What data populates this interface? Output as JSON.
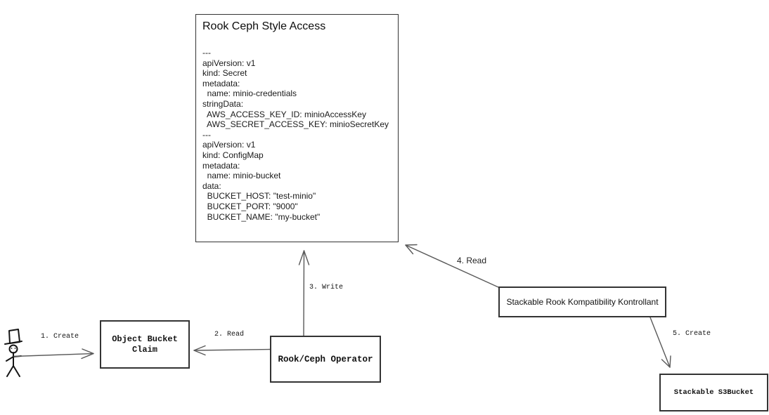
{
  "colors": {
    "background": "#ffffff",
    "box_border": "#333333",
    "arrow": "#595959",
    "text": "#111111"
  },
  "icons": {
    "actor": "user-stick-figure"
  },
  "nodes": {
    "rook_ceph_style_access": {
      "title": "Rook Ceph Style Access",
      "yaml_lines": [
        "---",
        "apiVersion: v1",
        "kind: Secret",
        "metadata:",
        "  name: minio-credentials",
        "stringData:",
        "  AWS_ACCESS_KEY_ID: minioAccessKey",
        "  AWS_SECRET_ACCESS_KEY: minioSecretKey",
        "---",
        "apiVersion: v1",
        "kind: ConfigMap",
        "metadata:",
        "  name: minio-bucket",
        "data:",
        "  BUCKET_HOST: \"test-minio\"",
        "  BUCKET_PORT: \"9000\"",
        "  BUCKET_NAME: \"my-bucket\""
      ]
    },
    "object_bucket_claim": {
      "label": "Object Bucket Claim"
    },
    "rook_ceph_operator": {
      "label": "Rook/Ceph Operator"
    },
    "stackable_kontrollant": {
      "label": "Stackable Rook Kompatibility Kontrollant"
    },
    "stackable_s3bucket": {
      "label": "Stackable S3Bucket"
    }
  },
  "edges": [
    {
      "label": "1. Create",
      "from": "user-actor",
      "to": "object_bucket_claim"
    },
    {
      "label": "2. Read",
      "from": "rook_ceph_operator",
      "to": "object_bucket_claim"
    },
    {
      "label": "3. Write",
      "from": "rook_ceph_operator",
      "to": "rook_ceph_style_access"
    },
    {
      "label": "4. Read",
      "from": "stackable_kontrollant",
      "to": "rook_ceph_style_access"
    },
    {
      "label": "5. Create",
      "from": "stackable_kontrollant",
      "to": "stackable_s3bucket"
    }
  ]
}
